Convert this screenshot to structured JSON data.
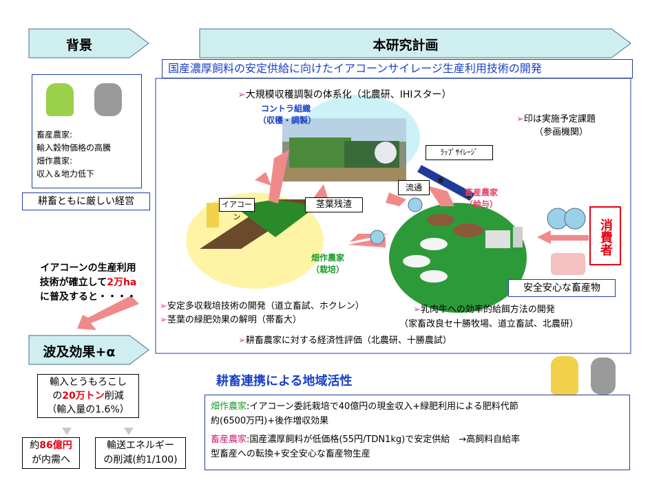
{
  "headers": {
    "background": "背景",
    "plan": "本研究計画",
    "ripple": "波及効果+α"
  },
  "main_title": "国産濃厚飼料の安定供給に向けたイアコーンサイレージ生産利用技術の開発",
  "background_box": {
    "lines": [
      "畜産農家:",
      "輸入穀物価格の高騰",
      "畑作農家:",
      "収入＆地力低下"
    ],
    "summary": "耕畜ともに厳しい経営"
  },
  "contractor": {
    "title": "コントラ組織",
    "sub": "（収穫・調製）",
    "task": "大規模収穫調製の体系化（北農研、IHIスター）"
  },
  "legend_note": {
    "line1": "印は実施予定課題",
    "line2": "（参画機関）"
  },
  "labels": {
    "wrap_silage": "ﾗｯﾌﾟｻｲﾚｰｼﾞ",
    "distribution": "流通",
    "ear_corn": "イアコーン",
    "stover": "茎葉残渣",
    "crop_farmer": "畑作農家",
    "crop_farmer_sub": "（栽培）",
    "livestock_farmer": "畜産農家",
    "livestock_farmer_sub": "（給与）",
    "consumer": "消費者",
    "safe_product": "安全安心な畜産物"
  },
  "crop_tasks": [
    "安定多収栽培技術の開発（道立畜試、ホクレン）",
    "茎葉の緑肥効果の解明（帯畜大）"
  ],
  "feed_task": {
    "line1": "乳肉牛への効率的給餌方法の開発",
    "line2": "（家畜改良セ十勝牧場、道立畜試、北農研）"
  },
  "economic_task": "耕畜農家に対する経済性評価（北農研、十勝農試）",
  "spread_text": {
    "line1": "イアコーンの生産利用",
    "line2a": "技術が確立して",
    "line2b": "2万ha",
    "line3": "に普及すると・・・・"
  },
  "effects": {
    "import_cut": {
      "a": "輸入とうもろこし",
      "b1": "の",
      "b2": "20万トン",
      "b3": "削減",
      "c": "（輸入量の1.6%）"
    },
    "domestic": {
      "a1": "約",
      "a2": "86億円",
      "b": "が内需へ"
    },
    "energy": {
      "a": "輸送エネルギー",
      "b": "の削減(約1/100)"
    }
  },
  "regional_title": "耕畜連携による地域活性",
  "regional": {
    "crop_label": "畑作農家",
    "crop_text1": ":イアコーン委託栽培で40億円の現金収入+緑肥利用による肥料代節",
    "crop_text2": "約(6500万円)+後作増収効果",
    "livestock_label": "畜産農家",
    "livestock_text1": ":国産濃厚飼料が低価格(55円/TDN1kg)で安定供給　→高飼料自給率",
    "livestock_text2": "型畜産への転換+安全安心な畜産物生産"
  },
  "colors": {
    "header_fill": "#cfeef0",
    "frame_blue": "#1f3b9a",
    "arrow_pink": "#f08a8a",
    "field_green": "#1e8a2a",
    "pasture_green": "#2d9a3a"
  }
}
